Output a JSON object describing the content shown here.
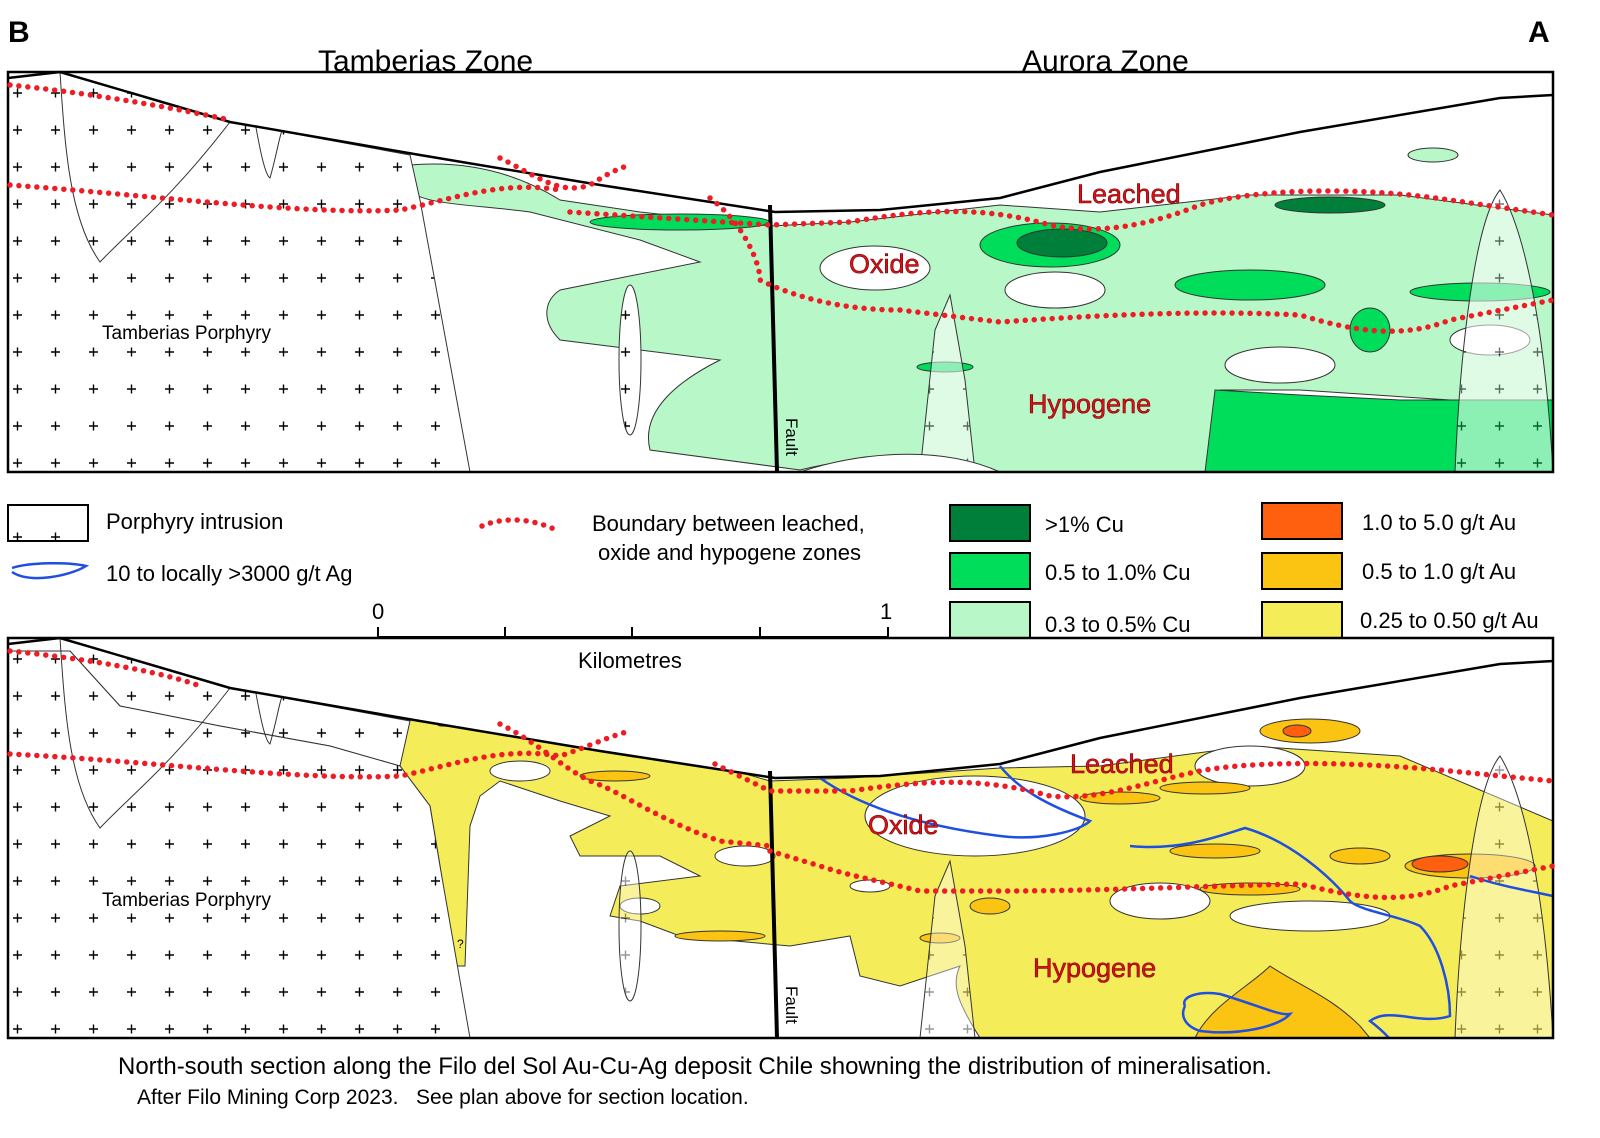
{
  "corner_labels": {
    "left": "B",
    "right": "A"
  },
  "zones": {
    "left": "Tamberias Zone",
    "right": "Aurora Zone"
  },
  "sections": {
    "leached": "Leached",
    "oxide": "Oxide",
    "hypogene": "Hypogene",
    "fault": "Fault",
    "porphyry": "Tamberias Porphyry",
    "uncertain": "?"
  },
  "legend": {
    "porphyry": "Porphyry intrusion",
    "silver": "10 to locally >3000 g/t Ag",
    "boundary_line1": "Boundary between leached,",
    "boundary_line2": "oxide and hypogene zones",
    "cu": [
      {
        "label": ">1% Cu",
        "color": "#007f3a"
      },
      {
        "label": "0.5 to 1.0% Cu",
        "color": "#00dd5a"
      },
      {
        "label": "0.3 to 0.5% Cu",
        "color": "#b8f7c8"
      }
    ],
    "au": [
      {
        "label": "1.0 to 5.0 g/t Au",
        "color": "#ff6010"
      },
      {
        "label": "0.5 to 1.0 g/t Au",
        "color": "#fbc412"
      },
      {
        "label": "0.25 to 0.50 g/t Au",
        "color": "#f5ec5a"
      }
    ],
    "silver_color": "#1f4fe0",
    "boundary_color": "#ee1c24"
  },
  "scale": {
    "start": "0",
    "end": "1",
    "unit": "Kilometres"
  },
  "caption": {
    "line1": "North-south section along the Filo del Sol Au-Cu-Ag deposit Chile showning the distribution of mineralisation.",
    "line2": "After Filo Mining Corp 2023.   See plan above for section location."
  }
}
